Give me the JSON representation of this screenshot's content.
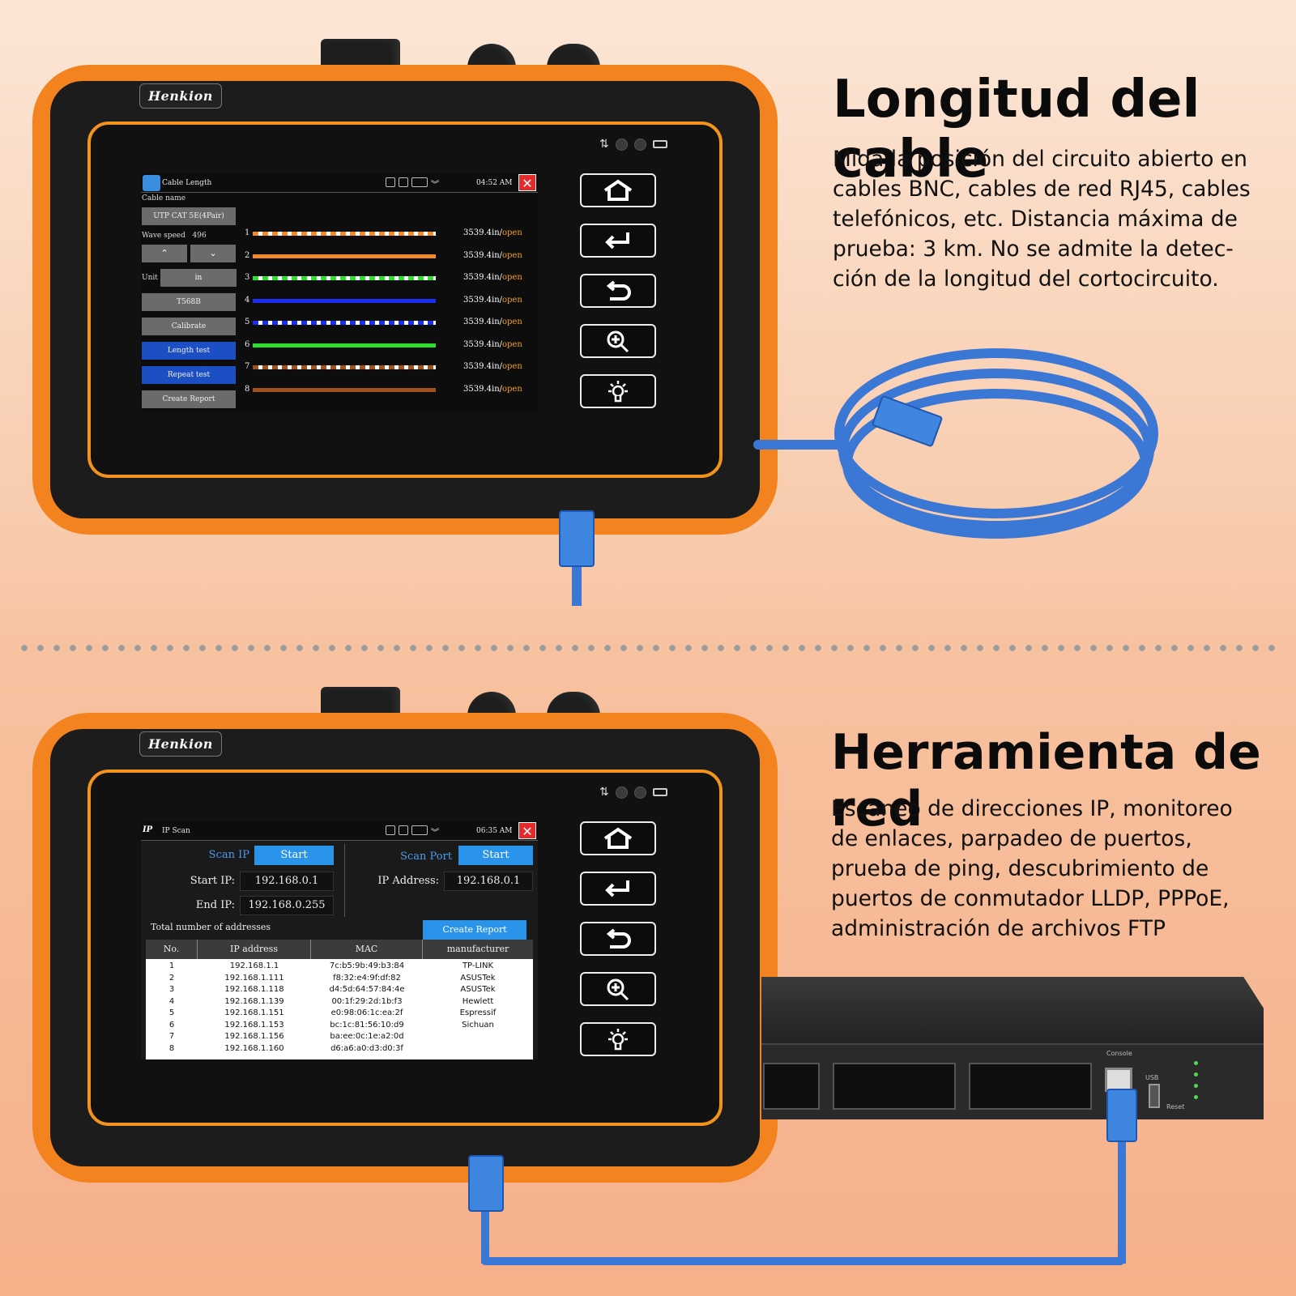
{
  "panels": [
    {
      "heading": "Longitud del cable",
      "description": "Mida la posición del circuito abierto en cables BNC, cables de red RJ45, cables telefónicos, etc. Distancia máxima de prueba: 3 km. No se admite la detección de la longitud del cortocircuito.",
      "description_lines": [
        "Mida la posición del circuito abierto en",
        "cables BNC, cables de red RJ45, cables",
        "telefónicos, etc. Distancia máxima de",
        "prueba: 3 km. No se admite la detec-",
        "ción de la longitud del cortocircuito."
      ],
      "device_brand": "Henkion",
      "screen": {
        "title": "Cable Length",
        "clock": "04:52 AM",
        "close": "✕",
        "cable_name_label": "Cable name",
        "cable_name_value": "UTP CAT 5E(4Pair)",
        "wave_speed_label": "Wave speed",
        "wave_speed_value": "496",
        "up": "⌃",
        "down": "⌄",
        "unit_label": "Unit",
        "unit_value": "in",
        "standard": "T568B",
        "calibrate": "Calibrate",
        "length_test": "Length test",
        "repeat_test": "Repeat test",
        "create_report": "Create Report",
        "pairs": [
          {
            "num": "1",
            "length": "3539.4in/",
            "status": "open",
            "color": "#f08a2a",
            "striped": true
          },
          {
            "num": "2",
            "length": "3539.4in/",
            "status": "open",
            "color": "#f08a2a",
            "striped": false
          },
          {
            "num": "3",
            "length": "3539.4in/",
            "status": "open",
            "color": "#2ee02e",
            "striped": true
          },
          {
            "num": "4",
            "length": "3539.4in/",
            "status": "open",
            "color": "#1a2ef0",
            "striped": false
          },
          {
            "num": "5",
            "length": "3539.4in/",
            "status": "open",
            "color": "#1a2ef0",
            "striped": true
          },
          {
            "num": "6",
            "length": "3539.4in/",
            "status": "open",
            "color": "#2ee02e",
            "striped": false
          },
          {
            "num": "7",
            "length": "3539.4in/",
            "status": "open",
            "color": "#a0521e",
            "striped": true
          },
          {
            "num": "8",
            "length": "3539.4in/",
            "status": "open",
            "color": "#a0521e",
            "striped": false
          }
        ]
      }
    },
    {
      "heading": "Herramienta de red",
      "description": "Escaneo de direcciones IP, monitoreo de enlaces, parpadeo de puertos, prueba de ping, descubrimiento de puertos de conmutador LLDP, PPPoE, administración de archivos FTP",
      "description_lines": [
        "Escaneo de direcciones IP, monitoreo",
        "de enlaces, parpadeo de puertos,",
        "prueba de ping, descubrimiento de",
        "puertos de conmutador LLDP, PPPoE,",
        "administración de archivos FTP"
      ],
      "device_brand": "Henkion",
      "screen": {
        "title": "IP Scan",
        "app_icon_text": "IP",
        "clock": "06:35 AM",
        "close": "✕",
        "scan_ip_label": "Scan IP",
        "scan_ip_button": "Start",
        "start_ip_label": "Start IP:",
        "start_ip_value": "192.168.0.1",
        "end_ip_label": "End IP:",
        "end_ip_value": "192.168.0.255",
        "scan_port_label": "Scan Port",
        "scan_port_button": "Start",
        "ip_address_label": "IP Address:",
        "ip_address_value": "192.168.0.1",
        "total_label": "Total number of addresses",
        "create_report": "Create Report",
        "columns": [
          "No.",
          "IP address",
          "MAC",
          "manufacturer"
        ],
        "rows": [
          {
            "no": "1",
            "ip": "192.168.1.1",
            "mac": "7c:b5:9b:49:b3:84",
            "manufacturer": "TP-LINK"
          },
          {
            "no": "2",
            "ip": "192.168.1.111",
            "mac": "f8:32:e4:9f:df:82",
            "manufacturer": "ASUSTek"
          },
          {
            "no": "3",
            "ip": "192.168.1.118",
            "mac": "d4:5d:64:57:84:4e",
            "manufacturer": "ASUSTek"
          },
          {
            "no": "4",
            "ip": "192.168.1.139",
            "mac": "00:1f:29:2d:1b:f3",
            "manufacturer": "Hewlett"
          },
          {
            "no": "5",
            "ip": "192.168.1.151",
            "mac": "e0:98:06:1c:ea:2f",
            "manufacturer": "Espressif"
          },
          {
            "no": "6",
            "ip": "192.168.1.153",
            "mac": "bc:1c:81:56:10:d9",
            "manufacturer": "Sichuan"
          },
          {
            "no": "7",
            "ip": "192.168.1.156",
            "mac": "ba:ee:0c:1e:a2:0d",
            "manufacturer": ""
          },
          {
            "no": "8",
            "ip": "192.168.1.160",
            "mac": "d6:a6:a0:d3:d0:3f",
            "manufacturer": ""
          }
        ]
      }
    }
  ],
  "switch": {
    "console_label": "Console",
    "usb_label": "USB",
    "reset_label": "Reset"
  }
}
